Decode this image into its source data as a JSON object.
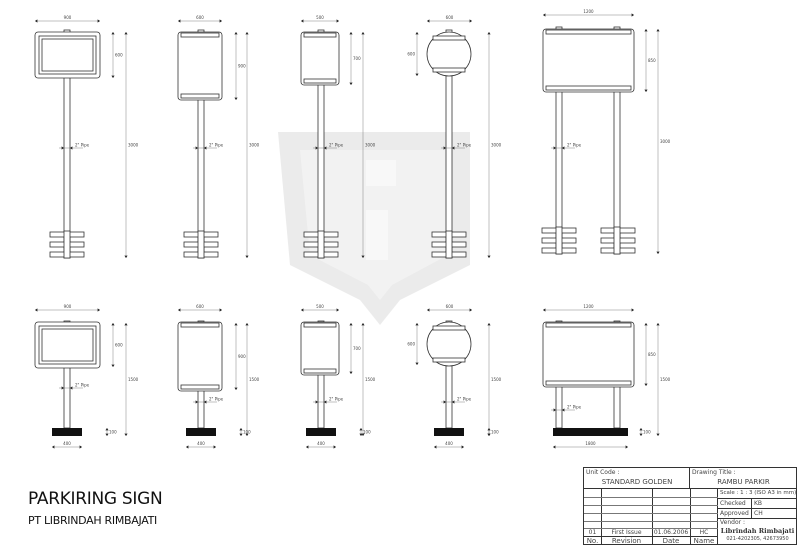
{
  "heading": {
    "title": "PARKIRING SIGN",
    "subtitle": "PT LIBRINDAH RIMBAJATI"
  },
  "drawing": {
    "pipe_label": "2\" Pipe",
    "top_row": [
      {
        "width": "900",
        "board_height": "600",
        "total_height": "3000"
      },
      {
        "width": "600",
        "board_height": "900",
        "total_height": "3000"
      },
      {
        "width": "500",
        "board_height": "700",
        "total_height": "3000"
      },
      {
        "width": "600",
        "board_height": "600",
        "total_height": "3000"
      },
      {
        "width": "1200",
        "board_height": "850",
        "total_height": "3000"
      }
    ],
    "bottom_row": [
      {
        "width": "900",
        "board_height": "600",
        "total_height": "1500",
        "base_width": "400",
        "base_height": "100"
      },
      {
        "width": "600",
        "board_height": "900",
        "total_height": "1500",
        "base_width": "400",
        "base_height": "100"
      },
      {
        "width": "500",
        "board_height": "700",
        "total_height": "1500",
        "base_width": "400",
        "base_height": "100"
      },
      {
        "width": "600",
        "board_height": "600",
        "total_height": "1500",
        "base_width": "400",
        "base_height": "100"
      },
      {
        "width": "1200",
        "board_height": "850",
        "total_height": "1500",
        "base_width": "1800",
        "base_height": "100"
      }
    ]
  },
  "title_block": {
    "unit_code_label": "Unit Code :",
    "unit_code": "STANDARD GOLDEN",
    "drawing_title_label": "Drawing Title :",
    "drawing_title": "RAMBU PARKIR",
    "scale": "Scale : 1 : 3 (ISO A3 in mm)",
    "checked_label": "Checked",
    "checked": "KB",
    "approved_label": "Approved",
    "approved": "CH",
    "vendor_label": "Vendor :",
    "vendor_name": "Librindah Rimbajati",
    "vendor_phone": "021-4202305, 42673950",
    "revision": {
      "no": "01",
      "revision": "First Issue",
      "date": "01.06.2006",
      "name": "HC"
    },
    "headers": {
      "no": "No.",
      "revision": "Revision",
      "date": "Date",
      "name": "Name"
    }
  }
}
